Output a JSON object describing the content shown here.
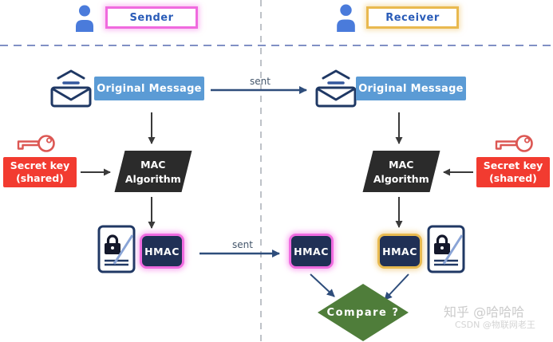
{
  "actors": {
    "sender": "Sender",
    "receiver": "Receiver"
  },
  "nodes": {
    "original_message": "Original Message",
    "mac": "MAC",
    "algorithm": "Algorithm",
    "secret_key": "Secret key",
    "shared": "(shared)",
    "hmac": "HMAC",
    "compare": "Compare ?"
  },
  "edges": {
    "sent": "sent"
  },
  "watermark": {
    "zhihu": "知乎 @哈哈哈",
    "csdn": "CSDN @物联网老王"
  },
  "colors": {
    "actor_blue": "#4a7bdb",
    "sender_border_pink": "#f06ade",
    "receiver_border_gold": "#e9b94f",
    "message_blue": "#5b9bd5",
    "mac_dark": "#2b2b2b",
    "secret_key_red": "#f23b30",
    "key_icon_red": "#dc5753",
    "hmac_navy": "#203055",
    "hmac_border_pink": "#f06ce0",
    "hmac_border_gold": "#e8ba50",
    "compare_green": "#4f7d3a",
    "arrow_navy": "#2e4d7b",
    "arrow_dark": "#3a3a3a",
    "outline_navy": "#1f3864"
  }
}
